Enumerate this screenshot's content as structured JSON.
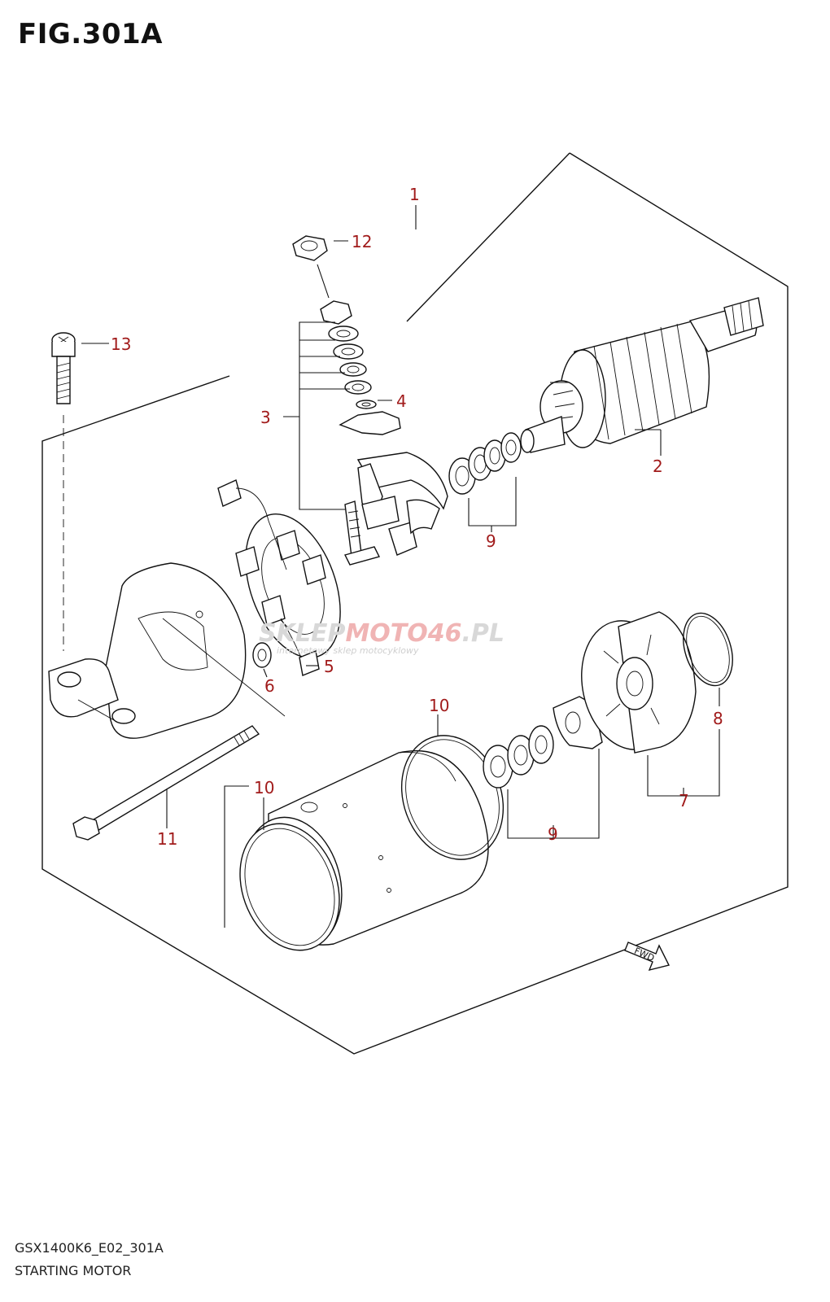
{
  "figure": {
    "title": "FIG.301A",
    "code": "GSX1400K6_E02_301A",
    "name": "STARTING MOTOR"
  },
  "direction_marker": "FWD",
  "watermark": {
    "part1": "SKLEP",
    "part2": "MOTO",
    "part3": "46",
    "part4": ".PL",
    "tagline": "internetowy sklep motocyklowy"
  },
  "callouts": [
    "1",
    "2",
    "3",
    "4",
    "5",
    "6",
    "7",
    "8",
    "9",
    "9",
    "10",
    "10",
    "11",
    "12",
    "13"
  ]
}
